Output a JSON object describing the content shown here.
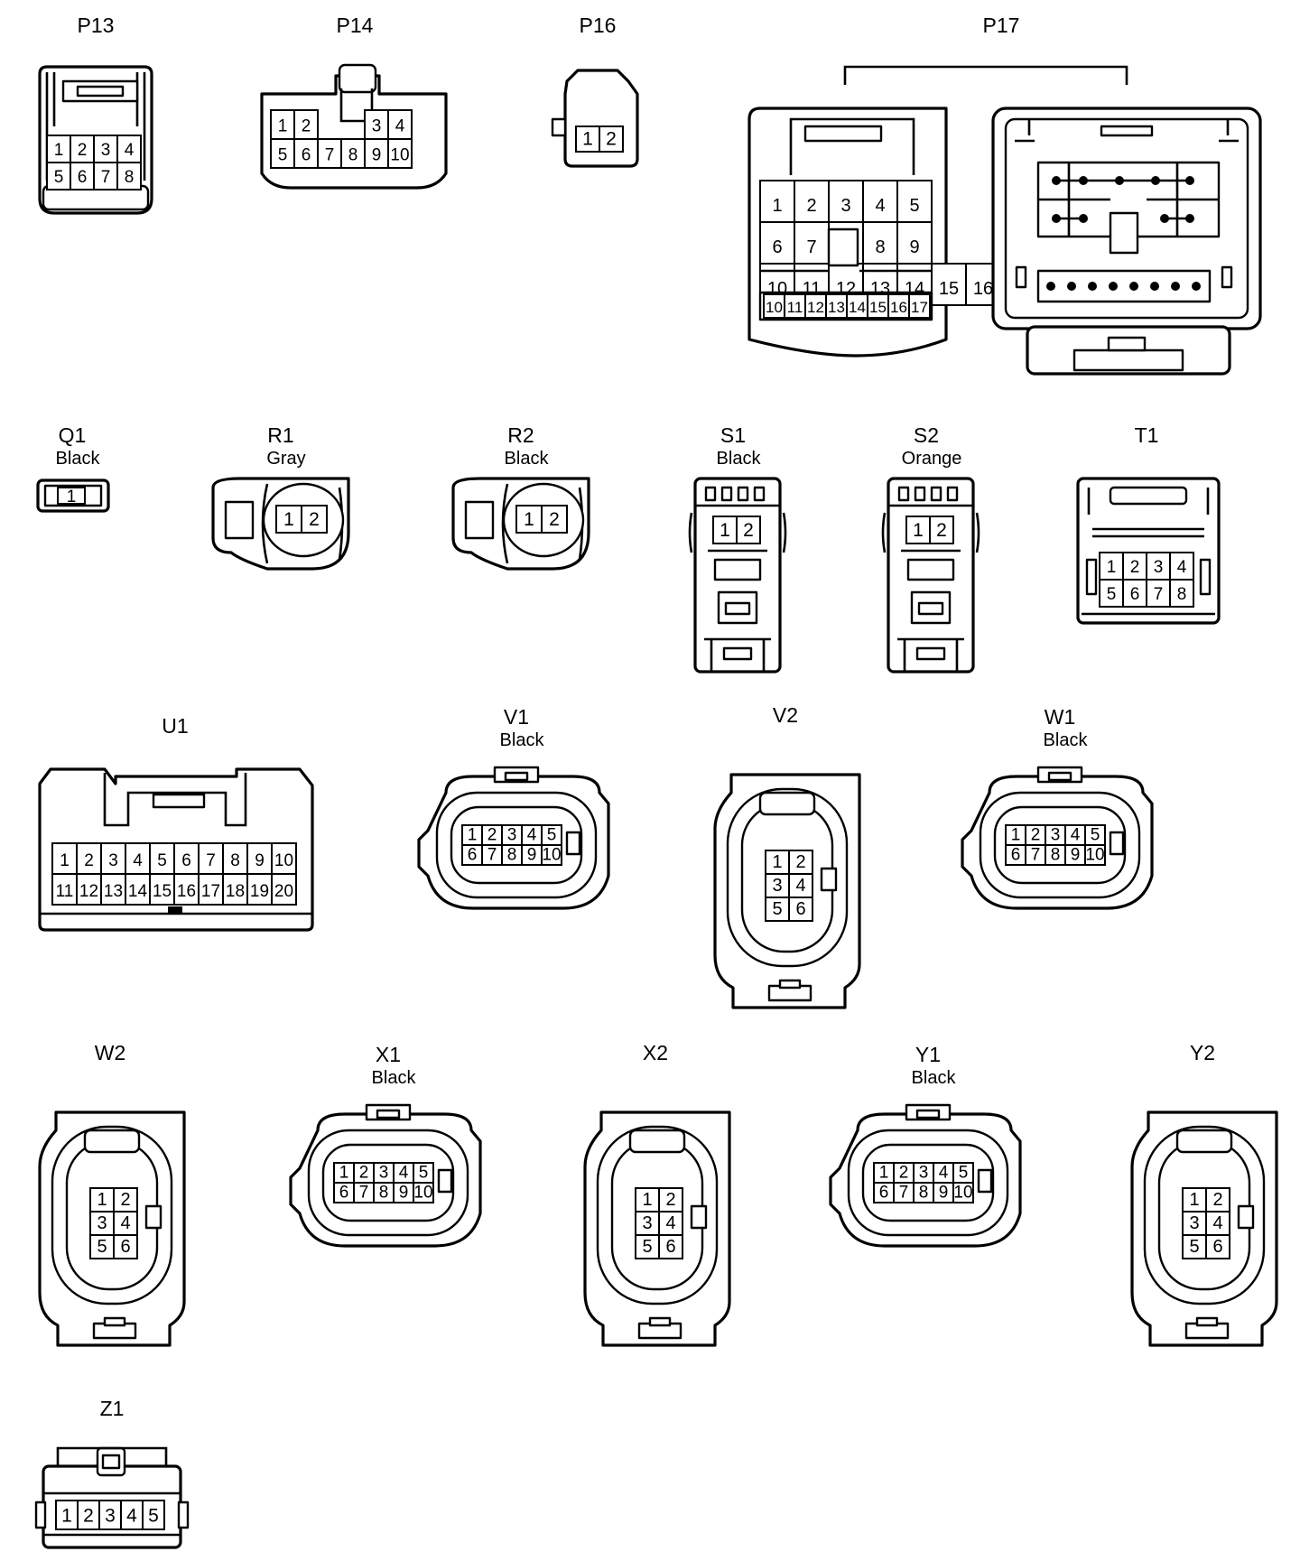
{
  "connectors": [
    {
      "name": "P13",
      "color": "",
      "kind": "P13",
      "pins": [
        [
          "1",
          "2",
          "3",
          "4"
        ],
        [
          "5",
          "6",
          "7",
          "8"
        ]
      ]
    },
    {
      "name": "P14",
      "color": "",
      "kind": "P14",
      "pins": [
        [
          "1",
          "2",
          "",
          "",
          "3",
          "4"
        ],
        [
          "5",
          "6",
          "7",
          "8",
          "9",
          "10"
        ]
      ]
    },
    {
      "name": "P16",
      "color": "",
      "kind": "P16",
      "pins": [
        [
          "1",
          "2"
        ]
      ]
    },
    {
      "name": "P17",
      "color": "",
      "kind": "P17",
      "pins": [
        [
          "1",
          "2",
          "3",
          "4",
          "5"
        ],
        [
          "6",
          "7",
          "",
          "8",
          "9"
        ],
        [
          "10",
          "11",
          "12",
          "13",
          "14",
          "15",
          "16",
          "17"
        ]
      ]
    },
    {
      "name": "Q1",
      "color": "Black",
      "kind": "Q1",
      "pins": [
        [
          "1"
        ]
      ]
    },
    {
      "name": "R1",
      "color": "Gray",
      "kind": "R",
      "pins": [
        [
          "1",
          "2"
        ]
      ]
    },
    {
      "name": "R2",
      "color": "Black",
      "kind": "R",
      "pins": [
        [
          "1",
          "2"
        ]
      ]
    },
    {
      "name": "S1",
      "color": "Black",
      "kind": "S",
      "pins": [
        [
          "1",
          "2"
        ]
      ]
    },
    {
      "name": "S2",
      "color": "Orange",
      "kind": "S",
      "pins": [
        [
          "1",
          "2"
        ]
      ]
    },
    {
      "name": "T1",
      "color": "",
      "kind": "T1",
      "pins": [
        [
          "1",
          "2",
          "3",
          "4"
        ],
        [
          "5",
          "6",
          "7",
          "8"
        ]
      ]
    },
    {
      "name": "U1",
      "color": "",
      "kind": "U1",
      "pins": [
        [
          "1",
          "2",
          "3",
          "4",
          "5",
          "6",
          "7",
          "8",
          "9",
          "10"
        ],
        [
          "11",
          "12",
          "13",
          "14",
          "15",
          "16",
          "17",
          "18",
          "19",
          "20"
        ]
      ]
    },
    {
      "name": "V1",
      "color": "Black",
      "kind": "TEN",
      "pins": [
        [
          "1",
          "2",
          "3",
          "4",
          "5"
        ],
        [
          "6",
          "7",
          "8",
          "9",
          "10"
        ]
      ]
    },
    {
      "name": "V2",
      "color": "",
      "kind": "SIX",
      "pins": [
        [
          "1",
          "2"
        ],
        [
          "3",
          "4"
        ],
        [
          "5",
          "6"
        ]
      ]
    },
    {
      "name": "W1",
      "color": "Black",
      "kind": "TEN",
      "pins": [
        [
          "1",
          "2",
          "3",
          "4",
          "5"
        ],
        [
          "6",
          "7",
          "8",
          "9",
          "10"
        ]
      ]
    },
    {
      "name": "W2",
      "color": "",
      "kind": "SIX",
      "pins": [
        [
          "1",
          "2"
        ],
        [
          "3",
          "4"
        ],
        [
          "5",
          "6"
        ]
      ]
    },
    {
      "name": "X1",
      "color": "Black",
      "kind": "TEN",
      "pins": [
        [
          "1",
          "2",
          "3",
          "4",
          "5"
        ],
        [
          "6",
          "7",
          "8",
          "9",
          "10"
        ]
      ]
    },
    {
      "name": "X2",
      "color": "",
      "kind": "SIX",
      "pins": [
        [
          "1",
          "2"
        ],
        [
          "3",
          "4"
        ],
        [
          "5",
          "6"
        ]
      ]
    },
    {
      "name": "Y1",
      "color": "Black",
      "kind": "TEN",
      "pins": [
        [
          "1",
          "2",
          "3",
          "4",
          "5"
        ],
        [
          "6",
          "7",
          "8",
          "9",
          "10"
        ]
      ]
    },
    {
      "name": "Y2",
      "color": "",
      "kind": "SIX",
      "pins": [
        [
          "1",
          "2"
        ],
        [
          "3",
          "4"
        ],
        [
          "5",
          "6"
        ]
      ]
    },
    {
      "name": "Z1",
      "color": "",
      "kind": "Z1",
      "pins": [
        [
          "1",
          "2",
          "3",
          "4",
          "5"
        ]
      ]
    }
  ]
}
